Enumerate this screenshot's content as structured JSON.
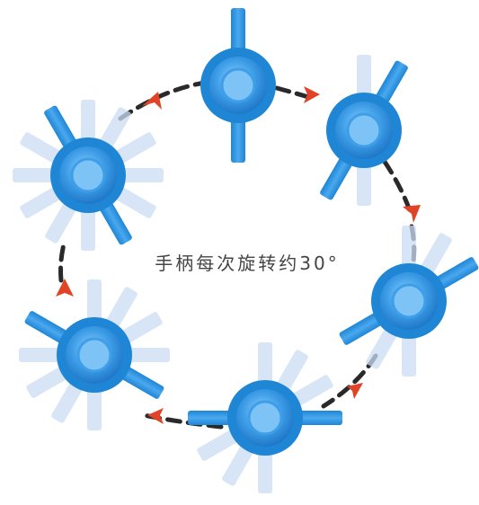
{
  "caption": "手柄每次旋转约30°",
  "colors": {
    "handle_dark": "#1f86d6",
    "handle_mid": "#3f9ee8",
    "handle_light": "#7ec3f5",
    "ghost": "#c9dcf3",
    "path_dash": "#2a2a2a",
    "arrow": "#e04325"
  },
  "steps": [
    {
      "name": "position-1",
      "rotation_deg": 0,
      "ghost_count": 0
    },
    {
      "name": "position-2",
      "rotation_deg": 30,
      "ghost_count": 1
    },
    {
      "name": "position-3",
      "rotation_deg": 60,
      "ghost_count": 2
    },
    {
      "name": "position-4",
      "rotation_deg": 90,
      "ghost_count": 3
    },
    {
      "name": "position-5",
      "rotation_deg": 120,
      "ghost_count": 4
    },
    {
      "name": "position-6",
      "rotation_deg": 150,
      "ghost_count": 5
    }
  ]
}
